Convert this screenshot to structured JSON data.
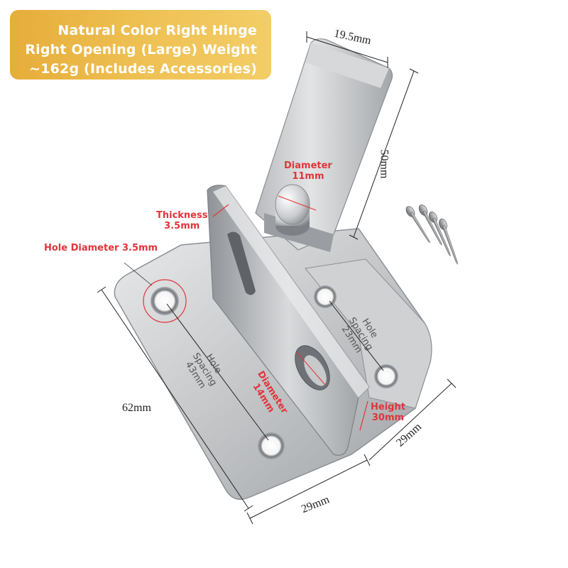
{
  "banner": {
    "line1": "Natural Color Right Hinge",
    "line2": "Right Opening (Large) Weight",
    "line3": "~162g (Includes Accessories)"
  },
  "dimensions": {
    "top_width": "19.5mm",
    "arm_length": "50mm",
    "left_height": "62mm",
    "base_width": "29mm",
    "side_width": "29mm"
  },
  "callouts": {
    "diameter_top_1": "Diameter",
    "diameter_top_2": "11mm",
    "thickness_1": "Thickness",
    "thickness_2": "3.5mm",
    "hole_diameter": "Hole Diameter 3.5mm",
    "diameter_mid_1": "Diameter",
    "diameter_mid_2": "14mm",
    "height_1": "Height",
    "height_2": "30mm"
  },
  "engraved": {
    "left_1": "Hole",
    "left_2": "Spacing",
    "left_3": "43mm",
    "right_1": "Hole",
    "right_2": "Spacing",
    "right_3": "23mm"
  },
  "colors": {
    "banner": "#efc255",
    "callout_red": "#e0353a",
    "steel": "#c9cbcd"
  }
}
